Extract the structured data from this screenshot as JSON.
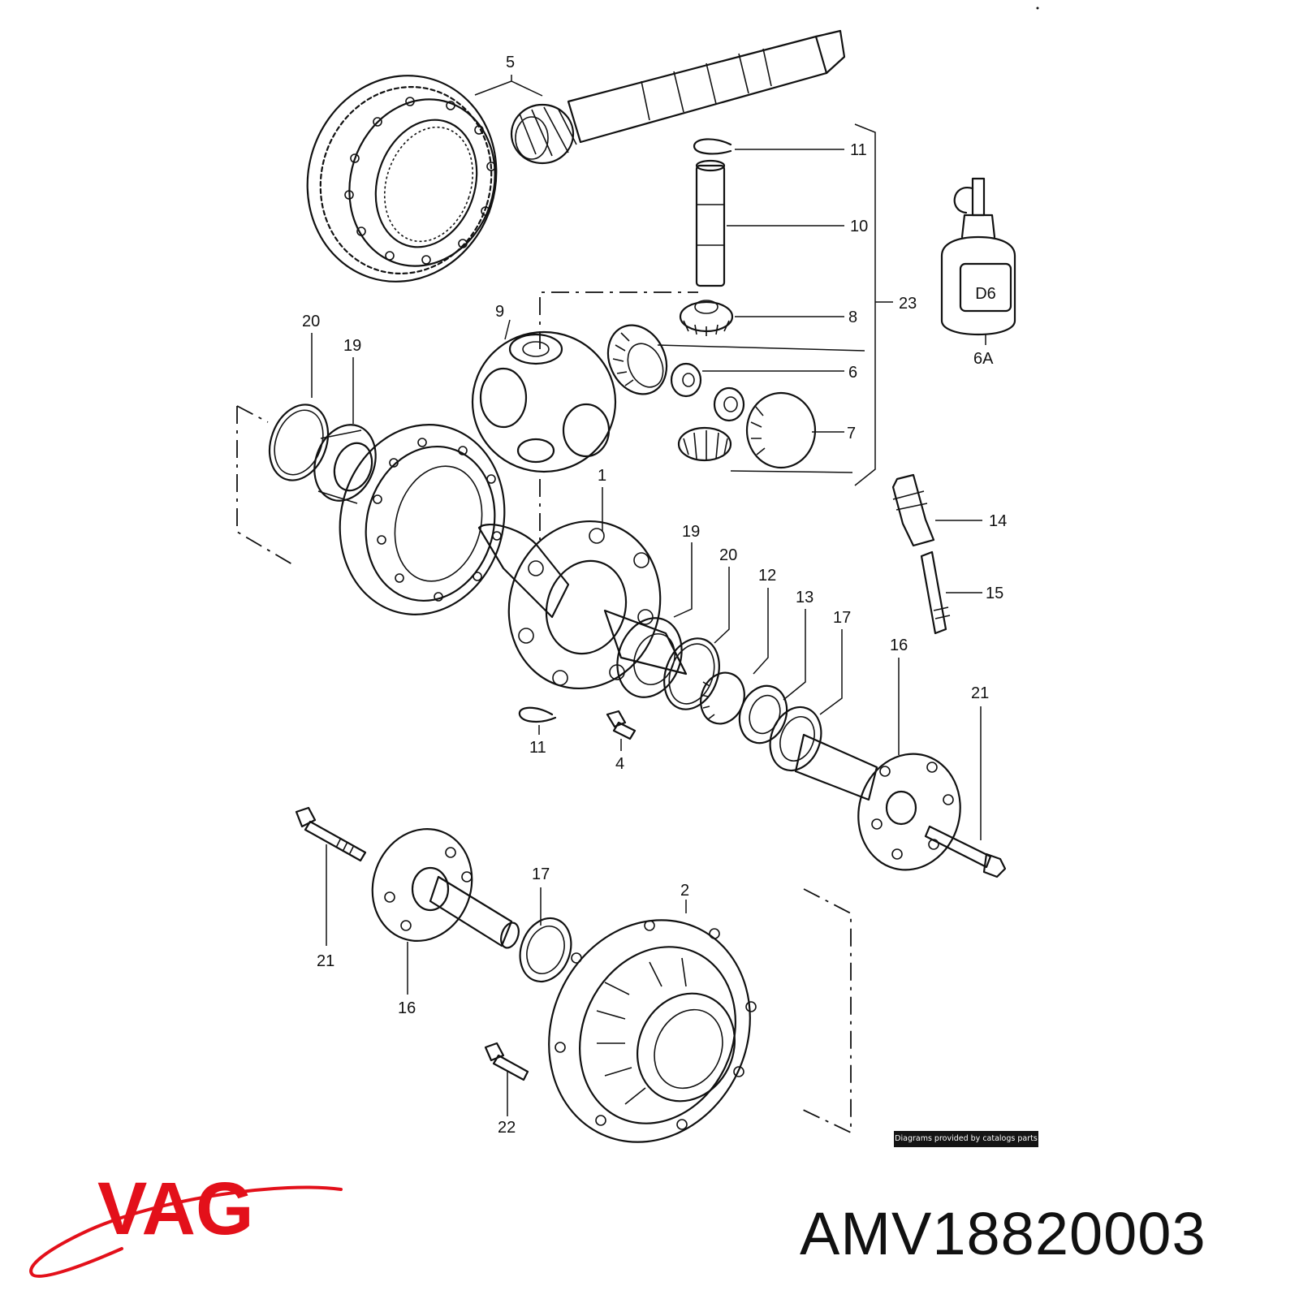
{
  "diagram": {
    "callouts": {
      "c1": "1",
      "c2": "2",
      "c4": "4",
      "c5": "5",
      "c6": "6",
      "c6a": "6A",
      "c7": "7",
      "c8": "8",
      "c9": "9",
      "c10": "10",
      "c11a": "11",
      "c11b": "11",
      "c12": "12",
      "c13": "13",
      "c14": "14",
      "c15": "15",
      "c16a": "16",
      "c16b": "16",
      "c17a": "17",
      "c17b": "17",
      "c19a": "19",
      "c19b": "19",
      "c20a": "20",
      "c20b": "20",
      "c21a": "21",
      "c21b": "21",
      "c22": "22",
      "c23": "23"
    },
    "bottle_label": "D6",
    "credit": "Diagrams provided by catalogs parts"
  },
  "brand": {
    "name": "VAG",
    "color": "#e3101a"
  },
  "part_number": "AMV18820003"
}
